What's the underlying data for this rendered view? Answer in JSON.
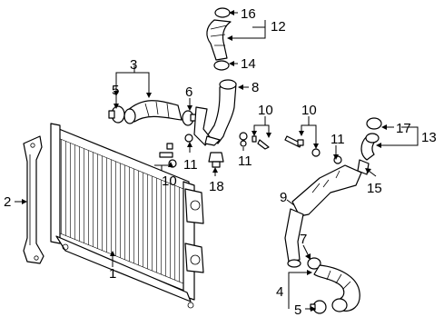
{
  "callouts": {
    "c1": "1",
    "c2": "2",
    "c3": "3",
    "c4": "4",
    "c5a": "5",
    "c5b": "5",
    "c6": "6",
    "c7": "7",
    "c8": "8",
    "c9": "9",
    "c10a": "10",
    "c10b": "10",
    "c10c": "10",
    "c11a": "11",
    "c11b": "11",
    "c11c": "11",
    "c12": "12",
    "c13": "13",
    "c14": "14",
    "c15": "15",
    "c16": "16",
    "c17": "17",
    "c18": "18"
  }
}
